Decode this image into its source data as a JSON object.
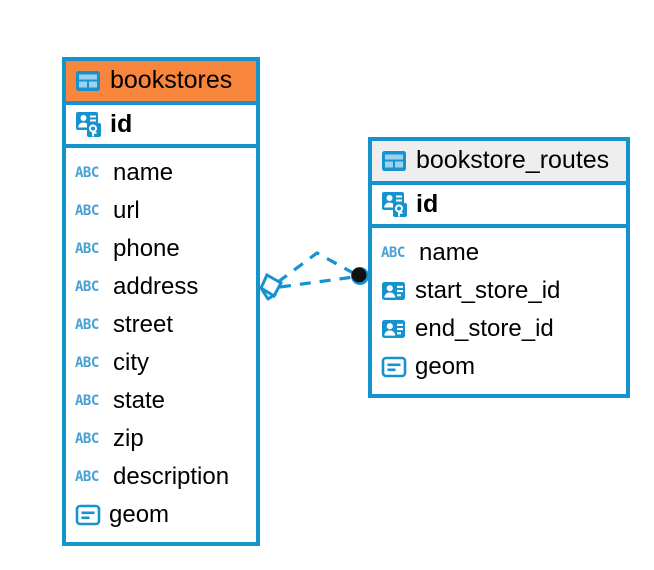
{
  "diagram": {
    "type": "entity-relationship-diagram",
    "background_color": "#ffffff",
    "accent_color": "#1593cf",
    "highlight_color": "#f7853c",
    "header_gray": "#eeeeee",
    "entities": [
      {
        "name": "bookstores",
        "header_style": "orange",
        "table_icon": "table-grid-icon",
        "primary_key": {
          "label": "id",
          "icon": "primary-key-card-icon"
        },
        "fields": [
          {
            "label": "name",
            "icon": "abc-text-icon",
            "icon_text": "ABC"
          },
          {
            "label": "url",
            "icon": "abc-text-icon",
            "icon_text": "ABC"
          },
          {
            "label": "phone",
            "icon": "abc-text-icon",
            "icon_text": "ABC"
          },
          {
            "label": "address",
            "icon": "abc-text-icon",
            "icon_text": "ABC"
          },
          {
            "label": "street",
            "icon": "abc-text-icon",
            "icon_text": "ABC"
          },
          {
            "label": "city",
            "icon": "abc-text-icon",
            "icon_text": "ABC"
          },
          {
            "label": "state",
            "icon": "abc-text-icon",
            "icon_text": "ABC"
          },
          {
            "label": "zip",
            "icon": "abc-text-icon",
            "icon_text": "ABC"
          },
          {
            "label": "description",
            "icon": "abc-text-icon",
            "icon_text": "ABC"
          },
          {
            "label": "geom",
            "icon": "geometry-icon",
            "icon_text": ""
          }
        ]
      },
      {
        "name": "bookstore_routes",
        "header_style": "gray",
        "table_icon": "table-grid-icon",
        "primary_key": {
          "label": "id",
          "icon": "primary-key-card-icon"
        },
        "fields": [
          {
            "label": "name",
            "icon": "abc-text-icon",
            "icon_text": "ABC"
          },
          {
            "label": "start_store_id",
            "icon": "foreign-key-icon",
            "icon_text": ""
          },
          {
            "label": "end_store_id",
            "icon": "foreign-key-icon",
            "icon_text": ""
          },
          {
            "label": "geom",
            "icon": "geometry-icon",
            "icon_text": ""
          }
        ]
      }
    ],
    "relationship": {
      "from_entity": "bookstores",
      "to_entity": "bookstore_routes",
      "line_style": "dashed",
      "source_marker": "diamond-marker",
      "target_marker": "filled-circle-marker",
      "line_color": "#1593cf"
    }
  }
}
